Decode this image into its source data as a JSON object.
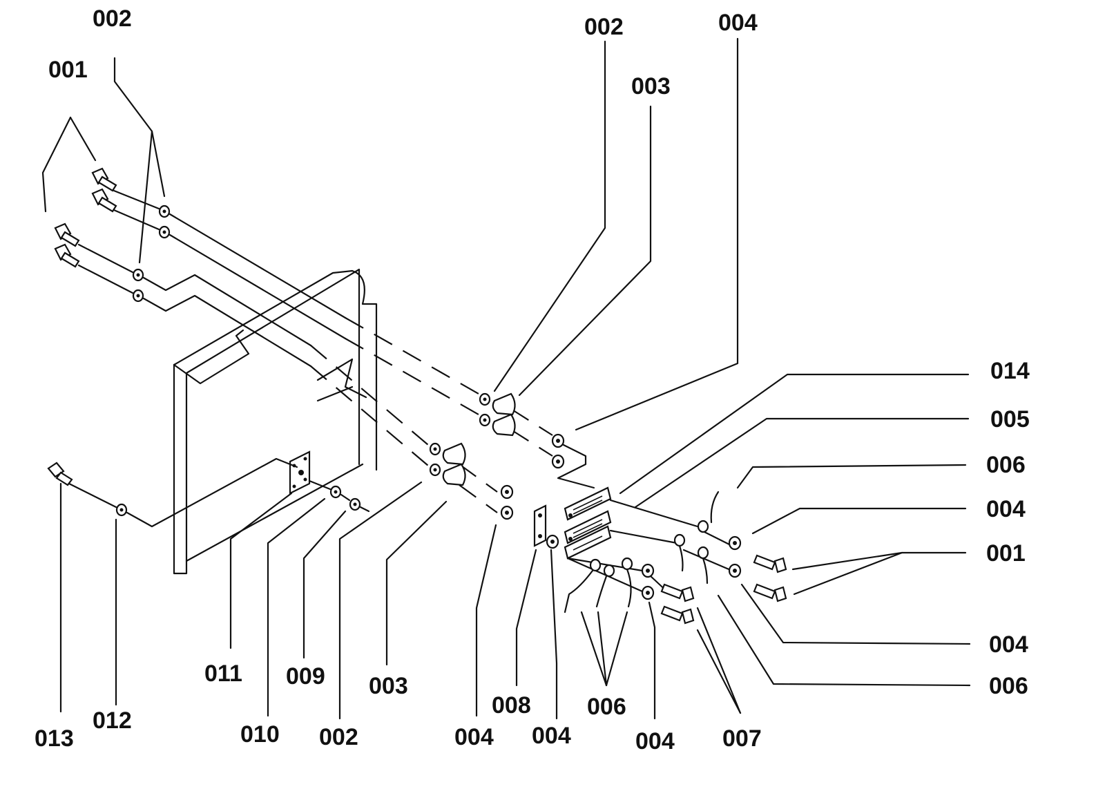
{
  "callouts": [
    {
      "id": "c01",
      "text": "002"
    },
    {
      "id": "c02",
      "text": "001"
    },
    {
      "id": "c03",
      "text": "002"
    },
    {
      "id": "c04",
      "text": "004"
    },
    {
      "id": "c05",
      "text": "003"
    },
    {
      "id": "c06",
      "text": "014"
    },
    {
      "id": "c07",
      "text": "005"
    },
    {
      "id": "c08",
      "text": "006"
    },
    {
      "id": "c09",
      "text": "004"
    },
    {
      "id": "c10",
      "text": "001"
    },
    {
      "id": "c11",
      "text": "004"
    },
    {
      "id": "c12",
      "text": "006"
    },
    {
      "id": "c13",
      "text": "011"
    },
    {
      "id": "c14",
      "text": "009"
    },
    {
      "id": "c15",
      "text": "003"
    },
    {
      "id": "c16",
      "text": "008"
    },
    {
      "id": "c17",
      "text": "006"
    },
    {
      "id": "c18",
      "text": "013"
    },
    {
      "id": "c19",
      "text": "012"
    },
    {
      "id": "c20",
      "text": "010"
    },
    {
      "id": "c21",
      "text": "002"
    },
    {
      "id": "c22",
      "text": "004"
    },
    {
      "id": "c23",
      "text": "004"
    },
    {
      "id": "c24",
      "text": "004"
    },
    {
      "id": "c25",
      "text": "007"
    }
  ]
}
